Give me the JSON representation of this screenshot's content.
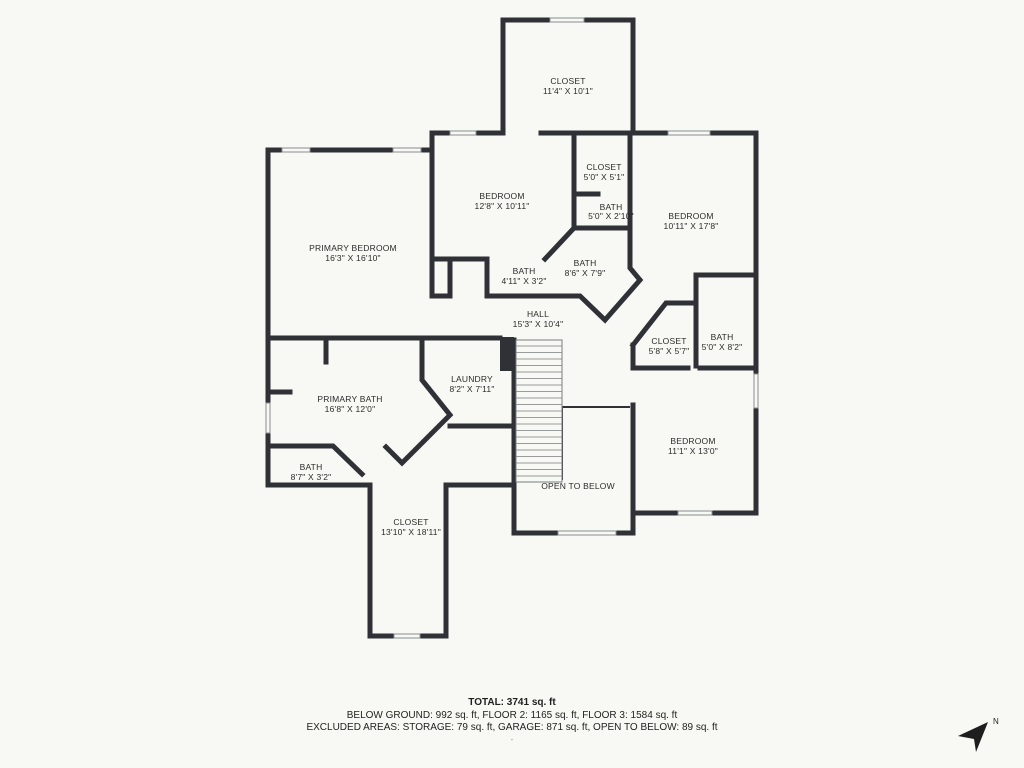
{
  "rooms": {
    "closet_top": {
      "name": "CLOSET",
      "dims": "11'4\" X 10'1\""
    },
    "primary_bedroom": {
      "name": "PRIMARY BEDROOM",
      "dims": "16'3\" X 16'10\""
    },
    "bedroom_center": {
      "name": "BEDROOM",
      "dims": "12'8\" X 10'11\""
    },
    "closet_small": {
      "name": "CLOSET",
      "dims": "5'0\" X 5'1\""
    },
    "bath_small": {
      "name": "BATH",
      "dims": "5'0\" X 2'10\""
    },
    "bedroom_right": {
      "name": "BEDROOM",
      "dims": "10'11\" X 17'8\""
    },
    "bath_hall": {
      "name": "BATH",
      "dims": "4'11\" X 3'2\""
    },
    "bath_center": {
      "name": "BATH",
      "dims": "8'6\" X 7'9\""
    },
    "hall": {
      "name": "HALL",
      "dims": "15'3\" X 10'4\""
    },
    "closet_right": {
      "name": "CLOSET",
      "dims": "5'8\" X 5'7\""
    },
    "bath_right": {
      "name": "BATH",
      "dims": "5'0\" X 8'2\""
    },
    "primary_bath": {
      "name": "PRIMARY BATH",
      "dims": "16'8\" X 12'0\""
    },
    "laundry": {
      "name": "LAUNDRY",
      "dims": "8'2\" X 7'11\""
    },
    "bedroom_lower": {
      "name": "BEDROOM",
      "dims": "11'1\" X 13'0\""
    },
    "bath_lower": {
      "name": "BATH",
      "dims": "8'7\" X 3'2\""
    },
    "open_below": {
      "name": "OPEN TO BELOW"
    },
    "closet_lower": {
      "name": "CLOSET",
      "dims": "13'10\" X 18'11\""
    }
  },
  "summary": {
    "total": "TOTAL: 3741 sq. ft",
    "line1": "BELOW GROUND: 992 sq. ft, FLOOR 2: 1165 sq. ft, FLOOR 3: 1584 sq. ft",
    "line2": "EXCLUDED AREAS: STORAGE: 79 sq. ft, GARAGE: 871 sq. ft, OPEN TO BELOW: 89 sq. ft",
    "marker": "-"
  },
  "compass": {
    "letter": "N"
  },
  "colors": {
    "wall": "#2f3136",
    "background": "#f8f8f4"
  }
}
